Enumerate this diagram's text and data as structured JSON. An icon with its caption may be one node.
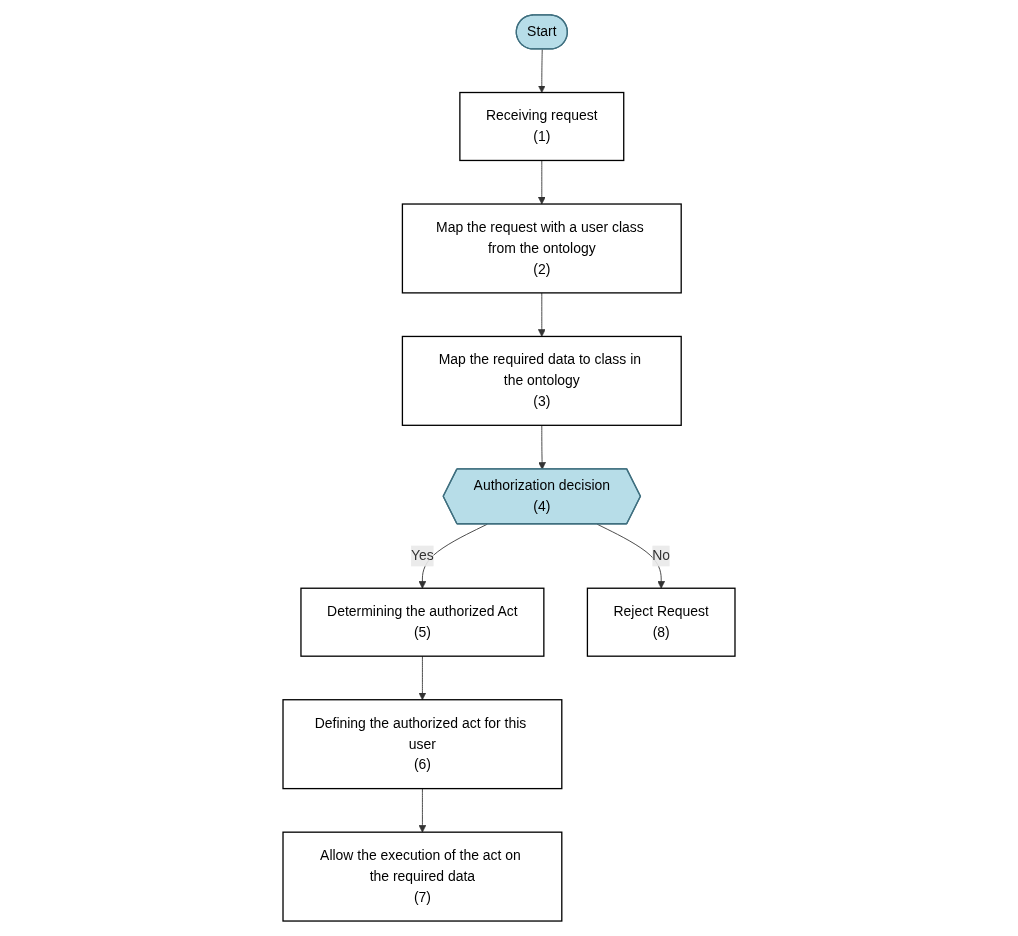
{
  "diagram": {
    "nodes": [
      {
        "text": [
          "Start"
        ]
      },
      {
        "text": [
          "Receiving request",
          "(1)"
        ]
      },
      {
        "text": [
          "Map the request with a user class from the ontology",
          "(2)"
        ]
      },
      {
        "text": [
          "Map the required data to class in the ontology",
          "(3)"
        ]
      },
      {
        "text": [
          "Authorization decision",
          "(4)"
        ]
      },
      {
        "text": [
          "Determining the authorized Act",
          "(5)"
        ]
      },
      {
        "text": [
          "Defining the authorized act for this user",
          "(6)"
        ]
      },
      {
        "text": [
          "Allow the execution of the act on the required data",
          "(7)"
        ]
      },
      {
        "text": [
          "Reject Request",
          "(8)"
        ]
      }
    ],
    "edges": [
      {
        "from": 0,
        "to": 1,
        "arrow": "to"
      },
      {
        "from": 1,
        "to": 2,
        "arrow": "to"
      },
      {
        "from": 2,
        "to": 3,
        "arrow": "to"
      },
      {
        "from": 3,
        "to": 4,
        "arrow": "to"
      },
      {
        "from": 4,
        "to": 5,
        "label": "Yes",
        "arrow": "to"
      },
      {
        "from": 4,
        "to": 8,
        "label": "No",
        "arrow": "to"
      },
      {
        "from": 5,
        "to": 6,
        "arrow": "to"
      },
      {
        "from": 6,
        "to": 7,
        "arrow": "to"
      }
    ]
  }
}
